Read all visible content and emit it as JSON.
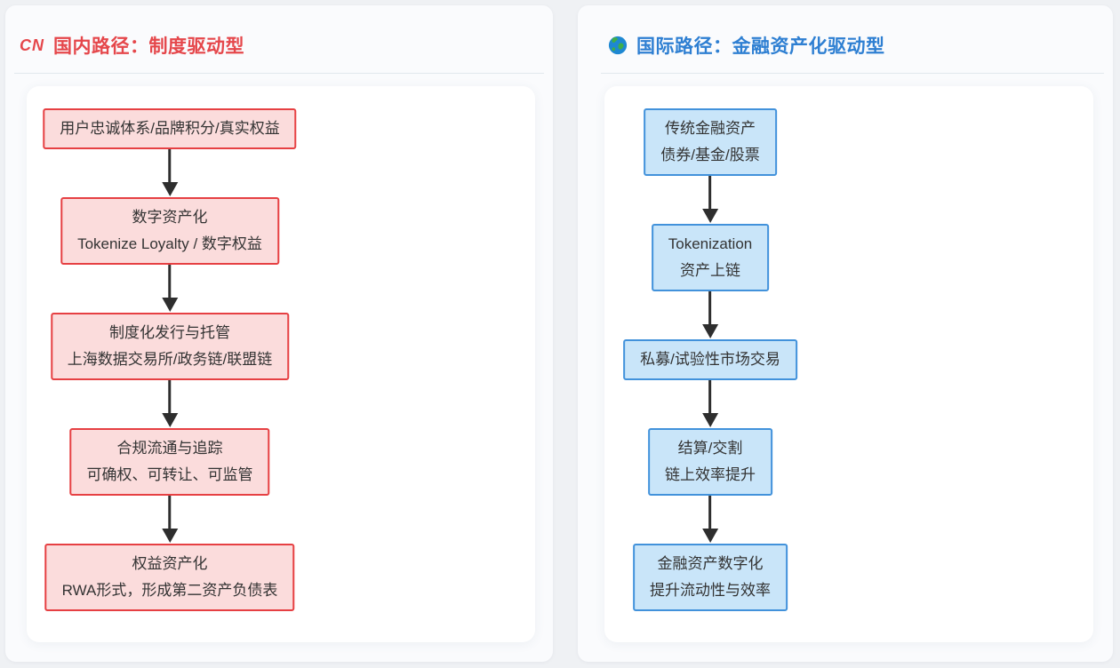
{
  "panels": [
    {
      "id": "domestic",
      "badge": "CN",
      "title": "国内路径：制度驱动型",
      "icon": "cn-badge",
      "accent_color": "#e5474b",
      "node_border_color": "#e64043",
      "node_fill_color": "#fbdcdc",
      "steps": [
        {
          "lines": [
            "用户忠诚体系/品牌积分/真实权益"
          ]
        },
        {
          "lines": [
            "数字资产化",
            "Tokenize Loyalty / 数字权益"
          ]
        },
        {
          "lines": [
            "制度化发行与托管",
            "上海数据交易所/政务链/联盟链"
          ]
        },
        {
          "lines": [
            "合规流通与追踪",
            "可确权、可转让、可监管"
          ]
        },
        {
          "lines": [
            "权益资产化",
            "RWA形式，形成第二资产负债表"
          ]
        }
      ]
    },
    {
      "id": "international",
      "badge": "",
      "title": "国际路径：金融资产化驱动型",
      "icon": "globe-icon",
      "accent_color": "#2e7fd2",
      "node_border_color": "#4292db",
      "node_fill_color": "#c9e5f9",
      "steps": [
        {
          "lines": [
            "传统金融资产",
            "债券/基金/股票"
          ]
        },
        {
          "lines": [
            "Tokenization",
            "资产上链"
          ]
        },
        {
          "lines": [
            "私募/试验性市场交易"
          ]
        },
        {
          "lines": [
            "结算/交割",
            "链上效率提升"
          ]
        },
        {
          "lines": [
            "金融资产数字化",
            "提升流动性与效率"
          ]
        }
      ]
    }
  ],
  "arrow_color": "#2e2e2e",
  "text_color": "#333333",
  "page_background": "#eff1f4"
}
